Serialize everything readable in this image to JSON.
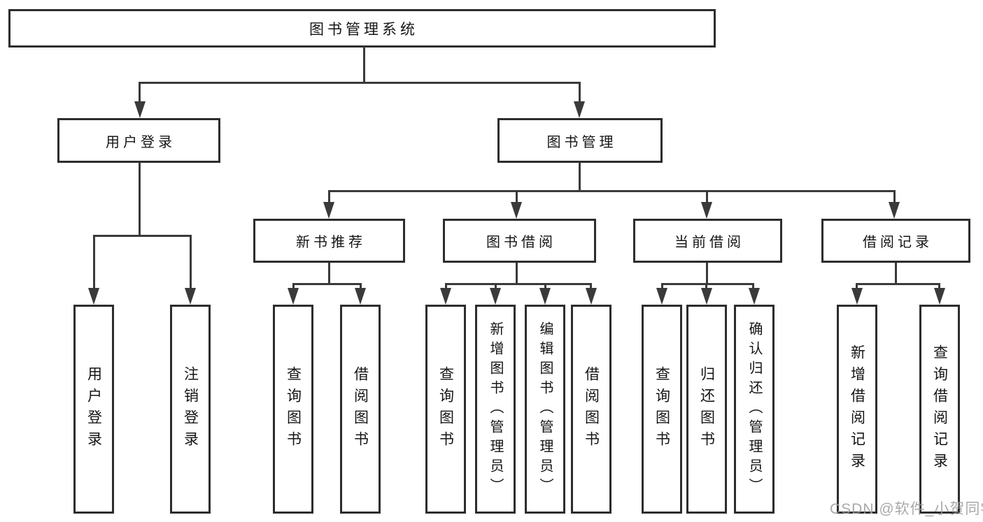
{
  "colors": {
    "line": "#3a3a3a",
    "border": "#2d2d2d",
    "text": "#151515",
    "watermark": "#9b9b9b"
  },
  "root": {
    "label": "图书管理系统"
  },
  "level2": {
    "user_login": {
      "label": "用户登录"
    },
    "book_management": {
      "label": "图书管理"
    }
  },
  "level3": {
    "new_book_recommend": {
      "label": "新书推荐"
    },
    "book_borrow": {
      "label": "图书借阅"
    },
    "current_borrow": {
      "label": "当前借阅"
    },
    "borrow_record": {
      "label": "借阅记录"
    }
  },
  "leaves": {
    "user_login": {
      "label": "用户登录"
    },
    "logout": {
      "label": "注销登录"
    },
    "query_book_recommend": {
      "label": "查询图书"
    },
    "borrow_book_recommend": {
      "label": "借阅图书"
    },
    "query_book_borrow": {
      "label": "查询图书"
    },
    "add_book_admin": {
      "label": "新增图书（管理员）"
    },
    "edit_book_admin": {
      "label": "编辑图书（管理员）"
    },
    "borrow_book_borrow": {
      "label": "借阅图书"
    },
    "query_book_current": {
      "label": "查询图书"
    },
    "return_book": {
      "label": "归还图书"
    },
    "confirm_return_admin": {
      "label": "确认归还（管理员）"
    },
    "add_borrow_record": {
      "label": "新增借阅记录"
    },
    "query_borrow_record": {
      "label": "查询借阅记录"
    }
  },
  "watermark": {
    "label": "CSDN @软件_小贺同学"
  }
}
